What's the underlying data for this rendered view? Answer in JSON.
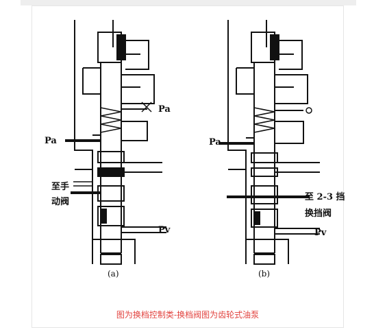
{
  "diagram": {
    "panel_a": {
      "labels": {
        "pa_top": "Pa",
        "pa_left": "Pa",
        "to_manual_1": "至手",
        "to_manual_2": "动阀",
        "pv": "Pv"
      },
      "sublabel": "(a)"
    },
    "panel_b": {
      "labels": {
        "pa_left": "Pa",
        "to_23_1": "至 2-3 挡",
        "to_23_2": "换挡阀",
        "pv": "Pv"
      },
      "sublabel": "(b)"
    }
  },
  "caption": {
    "text": "图为换档控制类-换档阀图为齿轮式油泵",
    "color": "#e2433f"
  },
  "colors": {
    "ink": "#111111"
  }
}
